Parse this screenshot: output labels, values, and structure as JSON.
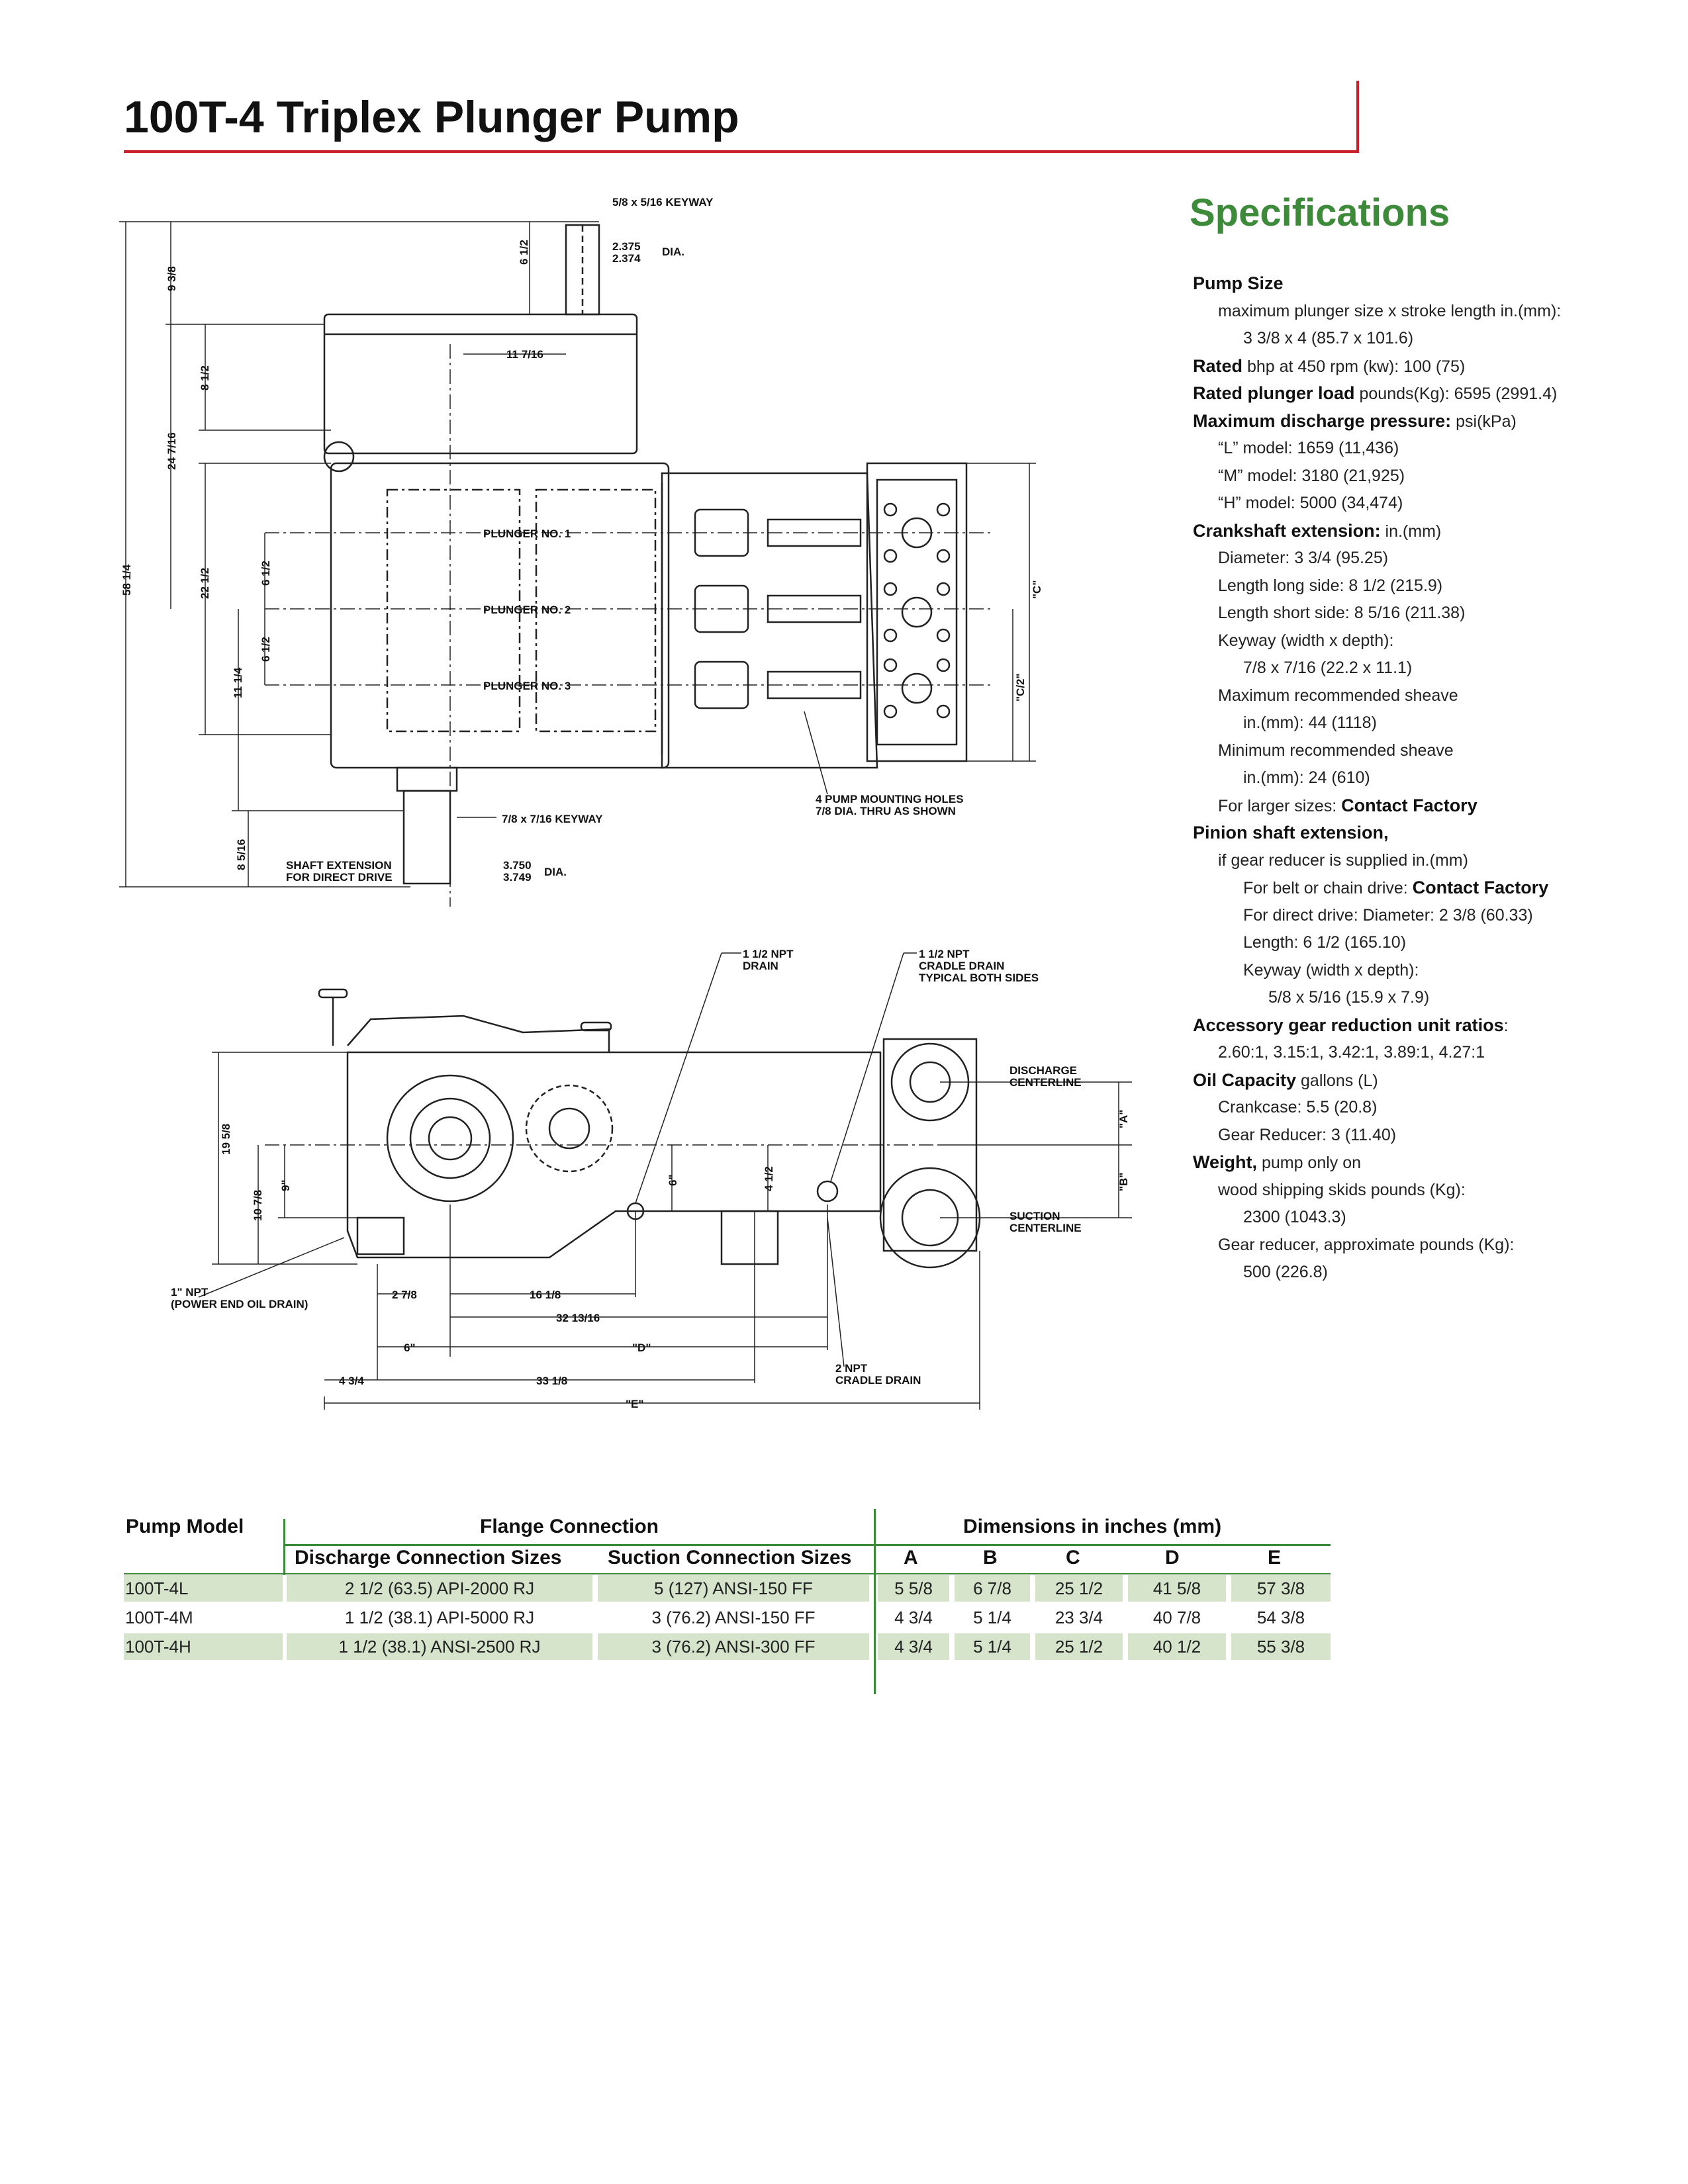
{
  "page": {
    "title": "100T-4 Triplex Plunger Pump"
  },
  "colors": {
    "accent_red": "#c8202a",
    "heading_green": "#3d8b3a",
    "row_shade": "#d5e4cb"
  },
  "drawing": {
    "top_view": {
      "keyway_top": "5/8 x 5/16 KEYWAY",
      "dia_top_1": "2.375",
      "dia_top_2": "2.374",
      "dia_label": "DIA.",
      "d_6_1_2_top": "6 1/2",
      "d_9_3_8": "9 3/8",
      "d_8_1_2": "8 1/2",
      "d_24_7_16": "24 7/16",
      "d_58_1_4": "58 1/4",
      "d_22_1_2": "22 1/2",
      "d_6_1_2_a": "6 1/2",
      "d_6_1_2_b": "6 1/2",
      "d_11_1_4": "11 1/4",
      "d_8_5_16": "8 5/16",
      "d_11_7_16": "11 7/16",
      "plunger1": "PLUNGER  NO.  1",
      "plunger2": "PLUNGER  NO.  2",
      "plunger3": "PLUNGER  NO.  3",
      "keyway_bottom": "7/8 x 7/16 KEYWAY",
      "mount_1": "4 PUMP MOUNTING HOLES",
      "mount_2": "7/8 DIA. THRU AS SHOWN",
      "shaft_1": "SHAFT EXTENSION",
      "shaft_2": "FOR DIRECT DRIVE",
      "dia_bot_1": "3.750",
      "dia_bot_2": "3.749",
      "c_label": "\"C\"",
      "c2_label": "\"C/2\""
    },
    "side_view": {
      "npt_drain_1": "1 1/2 NPT",
      "npt_drain_2": "DRAIN",
      "cradle_1": "1 1/2 NPT",
      "cradle_2": "CRADLE DRAIN",
      "cradle_3": "TYPICAL BOTH SIDES",
      "discharge_1": "DISCHARGE",
      "discharge_2": "CENTERLINE",
      "suction_1": "SUCTION",
      "suction_2": "CENTERLINE",
      "a_label": "\"A\"",
      "b_label": "\"B\"",
      "d_19_5_8": "19 5/8",
      "d_10_7_8": "10 7/8",
      "d_9": "9\"",
      "d_6": "6\"",
      "d_4_1_2": "4 1/2",
      "oil_1": "1\" NPT",
      "oil_2": "(POWER END OIL DRAIN)",
      "d_2_7_8": "2 7/8",
      "d_16_1_8": "16 1/8",
      "d_32_13_16": "32 13/16",
      "d_6_in": "6\"",
      "d_label": "\"D\"",
      "d_4_3_4": "4 3/4",
      "d_33_1_8": "33 1/8",
      "cradle2_1": "2 NPT",
      "cradle2_2": "CRADLE DRAIN",
      "e_label": "\"E\""
    }
  },
  "specs": {
    "heading": "Specifications",
    "pump_size": "Pump Size",
    "pump_size_desc": "maximum plunger size x stroke length in.(mm):",
    "pump_size_val": "3 3/8 x 4 (85.7 x 101.6)",
    "rated_label": "Rated",
    "rated_val": "bhp at 450 rpm (kw): 100 (75)",
    "plunger_load_label": "Rated plunger load",
    "plunger_load_val": "pounds(Kg): 6595 (2991.4)",
    "max_pressure_label": "Maximum discharge pressure:",
    "max_pressure_unit": "psi(kPa)",
    "l_model": "“L” model: 1659 (11,436)",
    "m_model": "“M” model: 3180 (21,925)",
    "h_model": "“H” model: 5000 (34,474)",
    "crank_label": "Crankshaft extension:",
    "crank_unit": "in.(mm)",
    "diameter": "Diameter: 3 3/4 (95.25)",
    "len_long": "Length long side: 8 1/2 (215.9)",
    "len_short": "Length short side: 8 5/16 (211.38)",
    "keyway": "Keyway (width x depth):",
    "keyway_val": "7/8 x 7/16  (22.2 x 11.1)",
    "max_sheave": "Maximum recommended sheave",
    "max_sheave_val": "in.(mm): 44 (1118)",
    "min_sheave": "Minimum recommended sheave",
    "min_sheave_val": "in.(mm): 24 (610)",
    "larger": "For larger sizes:",
    "contact": "Contact Factory",
    "pinion_label": "Pinion shaft extension,",
    "pinion_desc": "if gear reducer is supplied in.(mm)",
    "belt": "For belt or chain drive:",
    "direct": "For direct drive: Diameter: 2 3/8 (60.33)",
    "length": "Length: 6 1/2 (165.10)",
    "keyway2": "Keyway (width x depth):",
    "keyway2_val": "5/8 x 5/16 (15.9 x 7.9)",
    "gear_label": "Accessory gear reduction unit ratios",
    "gear_colon": ":",
    "gear_val": "2.60:1, 3.15:1, 3.42:1, 3.89:1, 4.27:1",
    "oil_label": "Oil Capacity",
    "oil_unit": "gallons (L)",
    "crankcase": "Crankcase: 5.5 (20.8)",
    "gear_reducer": "Gear Reducer: 3 (11.40)",
    "weight_label": "Weight,",
    "weight_desc": "pump only on",
    "wood": "wood shipping skids pounds (Kg):",
    "wood_val": "2300 (1043.3)",
    "gear_approx": "Gear reducer, approximate pounds (Kg):",
    "gear_approx_val": "500 (226.8)"
  },
  "table": {
    "h_model": "Pump Model",
    "h_flange": "Flange Connection",
    "h_dims": "Dimensions in inches (mm)",
    "h_discharge": "Discharge Connection Sizes",
    "h_suction": "Suction Connection Sizes",
    "h_cols": [
      "A",
      "B",
      "C",
      "D",
      "E"
    ],
    "rows": [
      {
        "model": "100T-4L",
        "discharge": "2 1/2 (63.5) API-2000 RJ",
        "suction": "5 (127) ANSI-150 FF",
        "a": "5 5/8",
        "b": "6 7/8",
        "c": "25 1/2",
        "d": "41 5/8",
        "e": "57 3/8"
      },
      {
        "model": "100T-4M",
        "discharge": "1 1/2 (38.1) API-5000 RJ",
        "suction": "3 (76.2) ANSI-150 FF",
        "a": "4 3/4",
        "b": "5 1/4",
        "c": "23 3/4",
        "d": "40 7/8",
        "e": "54 3/8"
      },
      {
        "model": "100T-4H",
        "discharge": "1 1/2 (38.1) ANSI-2500 RJ",
        "suction": "3 (76.2) ANSI-300 FF",
        "a": "4 3/4",
        "b": "5 1/4",
        "c": "25 1/2",
        "d": "40 1/2",
        "e": "55 3/8"
      }
    ]
  }
}
